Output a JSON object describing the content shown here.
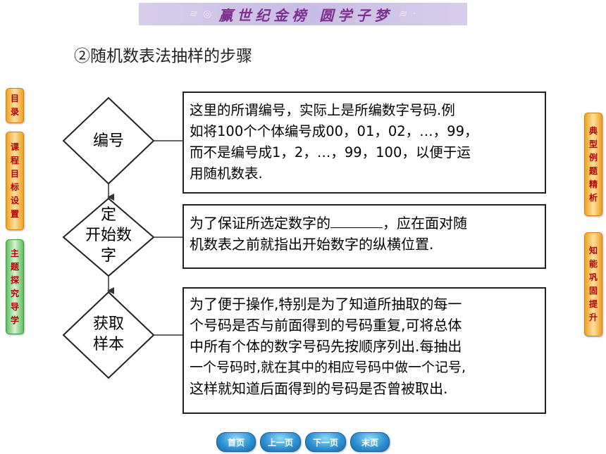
{
  "banner": {
    "deco_left": "≋ ◎",
    "title": "赢世纪金榜  圆学子梦",
    "deco_right": "≋ ·"
  },
  "subtitle": "②随机数表法抽样的步骤",
  "left_tabs": [
    {
      "label": "目录"
    },
    {
      "label": "课程目标设置"
    },
    {
      "label": "主题探究导学"
    }
  ],
  "right_tabs": [
    {
      "label": "典型例题精析"
    },
    {
      "label": "知能巩固提升"
    }
  ],
  "steps": [
    {
      "name_lines": [
        "编号"
      ],
      "text_lines": [
        "这里的所谓编号，实际上是所编数字号码.例",
        "如将100个个体编号成00，01，02，…，99，",
        "而不是编号成1，2，…，99，100，以便于运",
        "用随机数表."
      ]
    },
    {
      "name_lines": [
        "定",
        "开始数",
        "字"
      ],
      "text_before_blank": "为了保证所选定数字的",
      "text_after_blank": "，应在面对随",
      "text_line2": "机数表之前就指出开始数字的纵横位置."
    },
    {
      "name_lines": [
        "获取",
        "样本"
      ],
      "text_lines": [
        "为了便于操作,特别是为了知道所抽取的每一",
        "个号码是否与前面得到的号码重复,可将总体",
        "中所有个体的数字号码先按顺序列出.每抽出",
        "一个号码时,就在其中的相应号码中做一个记号,",
        "这样就知道后面得到的号码是否曾被取出."
      ]
    }
  ],
  "nav": {
    "first": "首页",
    "prev": "上一页",
    "next": "下一页",
    "last": "末页"
  }
}
